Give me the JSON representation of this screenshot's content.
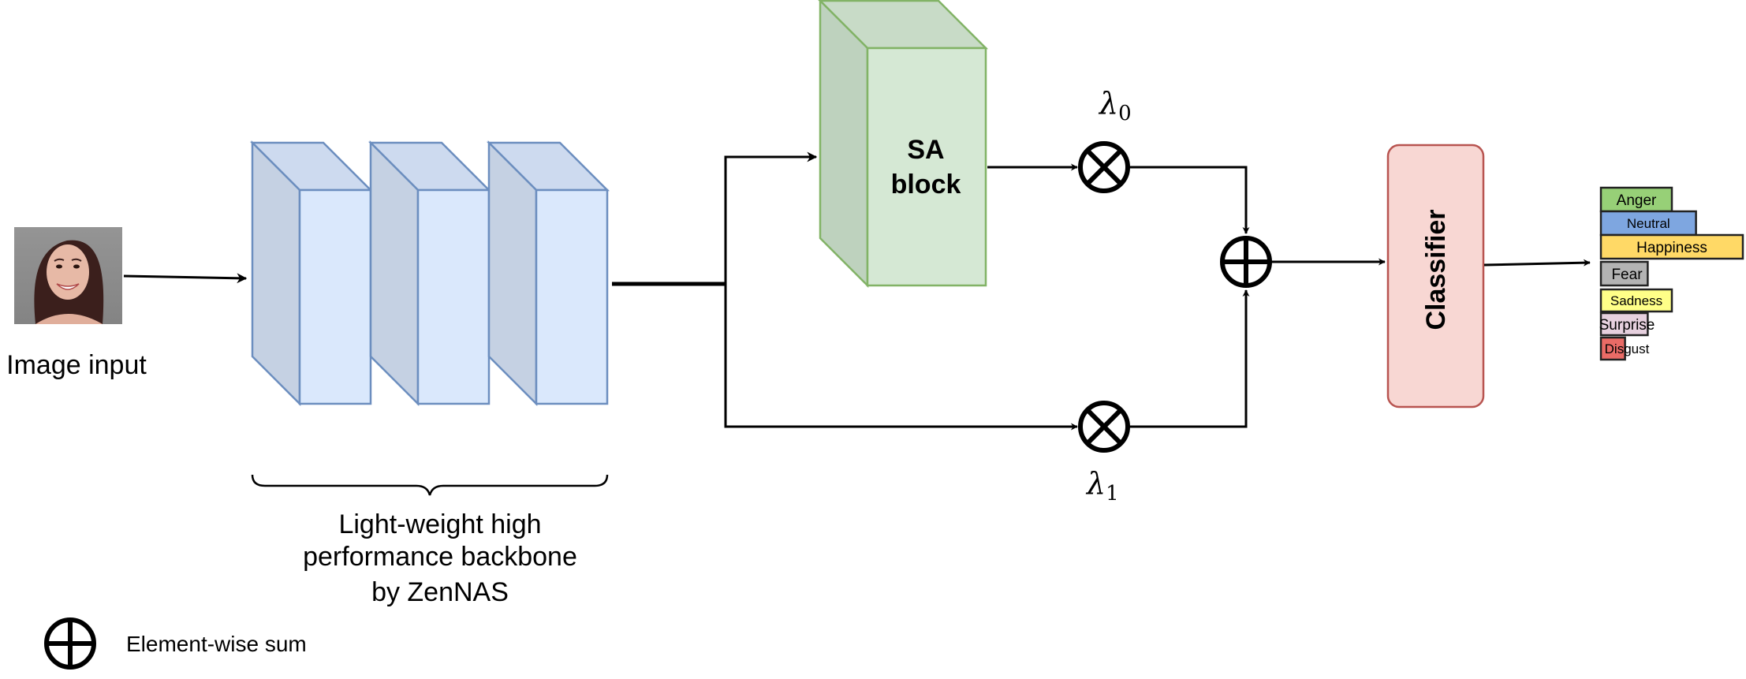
{
  "input": {
    "label": "Image input"
  },
  "backbone": {
    "caption_lines": [
      "Light-weight high",
      "performance backbone",
      "by ZenNAS"
    ]
  },
  "sa_block": {
    "line1": "SA",
    "line2": "block"
  },
  "weights": {
    "lambda0_symbol": "λ",
    "lambda0_sub": "0",
    "lambda1_symbol": "λ",
    "lambda1_sub": "1"
  },
  "classifier": {
    "label": "Classifier"
  },
  "emotions": [
    {
      "label": "Anger",
      "color": "#97D077",
      "score": 0.5
    },
    {
      "label": "Neutral",
      "color": "#7EA6E0",
      "score": 0.67
    },
    {
      "label": "Happiness",
      "color": "#FFD966",
      "score": 1.0
    },
    {
      "label": "Fear",
      "color": "#B3B3B3",
      "score": 0.33
    },
    {
      "label": "Sadness",
      "color": "#FFFF88",
      "score": 0.5
    },
    {
      "label": "Surprise",
      "color": "#E6D0DE",
      "score": 0.33
    },
    {
      "label": "Disgust",
      "color": "#EA6B66",
      "score": 0.17
    }
  ],
  "legend": {
    "label": "Element-wise sum"
  },
  "colors": {
    "backbone_front": "#DAE8FC",
    "backbone_side": "#C5D1E3",
    "backbone_top": "#CDDAEF",
    "backbone_stroke": "#6C8EBF",
    "sa_front": "#D5E8D4",
    "sa_side": "#BED2BE",
    "sa_top": "#C8DBC7",
    "sa_stroke": "#82B366",
    "classifier_fill": "#F8D7D3",
    "classifier_stroke": "#B85450"
  }
}
